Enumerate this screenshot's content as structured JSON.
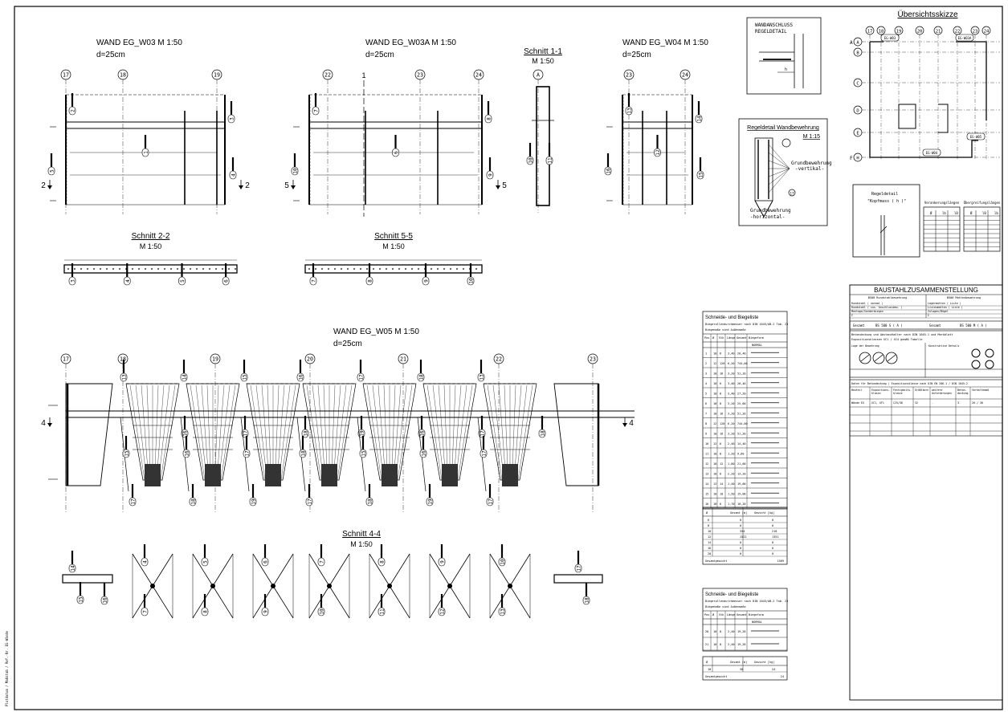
{
  "sheet": {
    "side_note": "Plotdatum / Maßstab / Ref.-Nr. EG-Wände",
    "colors": {
      "ink": "#000000",
      "paper": "#ffffff",
      "hatch": "#777777"
    }
  },
  "views": {
    "w03": {
      "title": "WAND EG_W03  M 1:50",
      "sub": "d=25cm",
      "grids": [
        "17",
        "18",
        "19"
      ],
      "cut_left": "2",
      "cut_right": "2"
    },
    "w03a": {
      "title": "WAND EG_W03A  M 1:50",
      "sub": "d=25cm",
      "grids": [
        "22",
        "23",
        "24"
      ],
      "cut_left": "5",
      "cut_right": "5",
      "cut_top": "1"
    },
    "s11": {
      "title": "Schnitt 1-1",
      "sub": "M 1:50",
      "grids": [
        "A"
      ]
    },
    "w04": {
      "title": "WAND EG_W04  M 1:50",
      "sub": "d=25cm",
      "grids": [
        "23",
        "24"
      ]
    },
    "s22": {
      "title": "Schnitt 2-2",
      "sub": "M 1:50"
    },
    "s55": {
      "title": "Schnitt 5-5",
      "sub": "M 1:50"
    },
    "w05": {
      "title": "WAND EG_W05  M 1:50",
      "sub": "d=25cm",
      "grids": [
        "17",
        "18",
        "19",
        "20",
        "21",
        "22",
        "23"
      ],
      "cut_left": "4",
      "cut_right": "4"
    },
    "s44": {
      "title": "Schnitt 4-4",
      "sub": "M 1:50"
    }
  },
  "rebar_marks": [
    "1",
    "2",
    "3",
    "4",
    "5",
    "6",
    "7",
    "8",
    "9",
    "10",
    "11",
    "12",
    "13",
    "14",
    "15",
    "16",
    "17",
    "18",
    "19",
    "20"
  ],
  "details": {
    "wandanschluss": {
      "title1": "WANDANSCHLUSS",
      "title2": "REGELDETAIL",
      "dim": "h"
    },
    "regeldetail": {
      "title": "Regeldetail  Wandbewehrung",
      "scale": "M 1:15",
      "label_v1": "Grundbewehrung",
      "label_v2": "-vertikal-",
      "label_h1": "Grundbewehrung",
      "label_h2": "-horizontal-",
      "mark": "17"
    },
    "kopfmass": {
      "title": "Regeldetail",
      "sub": "\"Kopfmass ( h )\""
    }
  },
  "overview": {
    "title": "Übersichtsskizze",
    "cols": [
      "17",
      "18",
      "19",
      "20",
      "21",
      "22",
      "23",
      "24"
    ],
    "rows": [
      "A",
      "B",
      "C",
      "D",
      "E",
      "H"
    ],
    "row_prefix": [
      "A",
      "F"
    ],
    "tags": [
      "EG-W03",
      "EG-W03A",
      "EG-W04",
      "EG-W05"
    ]
  },
  "small_tables": {
    "left": {
      "title": "Verankerungslängen",
      "cols": [
        "Ø",
        "lb",
        "l0"
      ]
    },
    "right": {
      "title": "Übergreifungslängen",
      "cols": [
        "Ø",
        "l0",
        "lb"
      ]
    }
  },
  "bending": {
    "title": "Schneide- und Biegeliste",
    "line1": "Biegerollendurchmesser nach DIN 1045/AB-2 Tab. 23",
    "line2": "Biegemaße sind Außenmaße",
    "headers": [
      "Pos",
      "Ø",
      "Stk",
      "Länge",
      "Gesamt",
      "Biegeform"
    ],
    "section": "NORMAL",
    "rows": [
      [
        "1",
        "10",
        "6",
        "3,40",
        "20,40"
      ],
      [
        "2",
        "12",
        "120",
        "6,20",
        "744,00"
      ],
      [
        "3",
        "10",
        "16",
        "3,20",
        "51,20"
      ],
      [
        "4",
        "10",
        "6",
        "3,40",
        "20,40"
      ],
      [
        "5",
        "10",
        "8",
        "3,40",
        "27,20"
      ],
      [
        "6",
        "10",
        "8",
        "3,20",
        "25,60"
      ],
      [
        "7",
        "10",
        "16",
        "3,20",
        "51,20"
      ],
      [
        "8",
        "12",
        "120",
        "6,20",
        "744,00"
      ],
      [
        "9",
        "10",
        "16",
        "3,20",
        "51,20"
      ],
      [
        "10",
        "12",
        "6",
        "2,40",
        "14,40"
      ],
      [
        "11",
        "10",
        "8",
        "1,20",
        "9,60"
      ],
      [
        "12",
        "10",
        "12",
        "1,80",
        "21,60"
      ],
      [
        "13",
        "10",
        "6",
        "2,20",
        "13,20"
      ],
      [
        "14",
        "12",
        "14",
        "1,40",
        "19,60"
      ],
      [
        "15",
        "10",
        "10",
        "1,50",
        "15,00"
      ],
      [
        "16",
        "10",
        "6",
        "1,70",
        "10,20"
      ]
    ]
  },
  "weight_table": {
    "headers": [
      "Ø",
      "Gesamt [m]",
      "Gewicht [kg]"
    ],
    "rows": [
      [
        "6",
        "0",
        "0"
      ],
      [
        "8",
        "0",
        "0"
      ],
      [
        "10",
        "354",
        "218"
      ],
      [
        "12",
        "1522",
        "1351"
      ],
      [
        "14",
        "0",
        "0"
      ],
      [
        "16",
        "0",
        "0"
      ],
      [
        "20",
        "0",
        "0"
      ]
    ],
    "total_label": "Gesamtgewicht",
    "total": "1569"
  },
  "bending2": {
    "title": "Schneide- und Biegeliste",
    "line1": "Biegerollendurchmesser nach DIN 1045/AB-2 Tab. 23",
    "line2": "Biegemaße sind Außenmaße",
    "headers": [
      "Pos",
      "Ø",
      "Stk",
      "Länge",
      "Gesamt",
      "Biegeform"
    ],
    "section": "NORMAL",
    "rows": [
      [
        "20",
        "10",
        "8",
        "2,40",
        "19,20"
      ],
      [
        "21",
        "10",
        "8",
        "2,40",
        "19,20"
      ]
    ]
  },
  "weight_table2": {
    "headers": [
      "Ø",
      "Gesamt [m]",
      "Gewicht [kg]"
    ],
    "rows": [
      [
        "10",
        "38",
        "24"
      ]
    ],
    "total_label": "Gesamtgewicht",
    "total": "24"
  },
  "title_block": {
    "title": "BAUSTAHLZUSAMMENSTELLUNG",
    "left_head": "B500 Rundstahlbewehrung",
    "right_head": "B500 Mattenbewehrung",
    "left_rows": [
      "Rundstahl ( normal )",
      "Rundstahl ( zus. Anschlussbew. )",
      "Montage/Sonderbiegen",
      "Σ"
    ],
    "right_rows": [
      "Lagermatten ( Liste )",
      "Listenmatten ( Liste )",
      "Zulagen/Bügel",
      "Σ"
    ],
    "unit": "kg",
    "total_left_label": "Gesamt",
    "total_left": "BS 500 S ( A )",
    "total_right_label": "Gesamt",
    "total_right": "BS 500 M ( A )",
    "note1": "Betondeckung und Abstandhalter nach DIN 1045-1 und Merkblatt",
    "note2": "Expositionsklassen XC1 / XC4 gemäß Tabelle",
    "sub_a": "Lage der Bewehrung",
    "sub_b": "Konstruktive Details",
    "bottom_head": "Daten für Betondeckung / Expositionsklasse nach DIN EN 206-1 / DIN 1045-2",
    "cols": [
      "Bauteil",
      "Expositions-klasse",
      "Festigkeits-klasse",
      "Größtkorn",
      "weitere Anforderungen",
      "Beton-deckung",
      "Vorhaltemaß"
    ],
    "row": [
      "Wände EG",
      "XC1, XF1",
      "C25/30",
      "32",
      "-",
      "3",
      "20 / 30"
    ]
  }
}
